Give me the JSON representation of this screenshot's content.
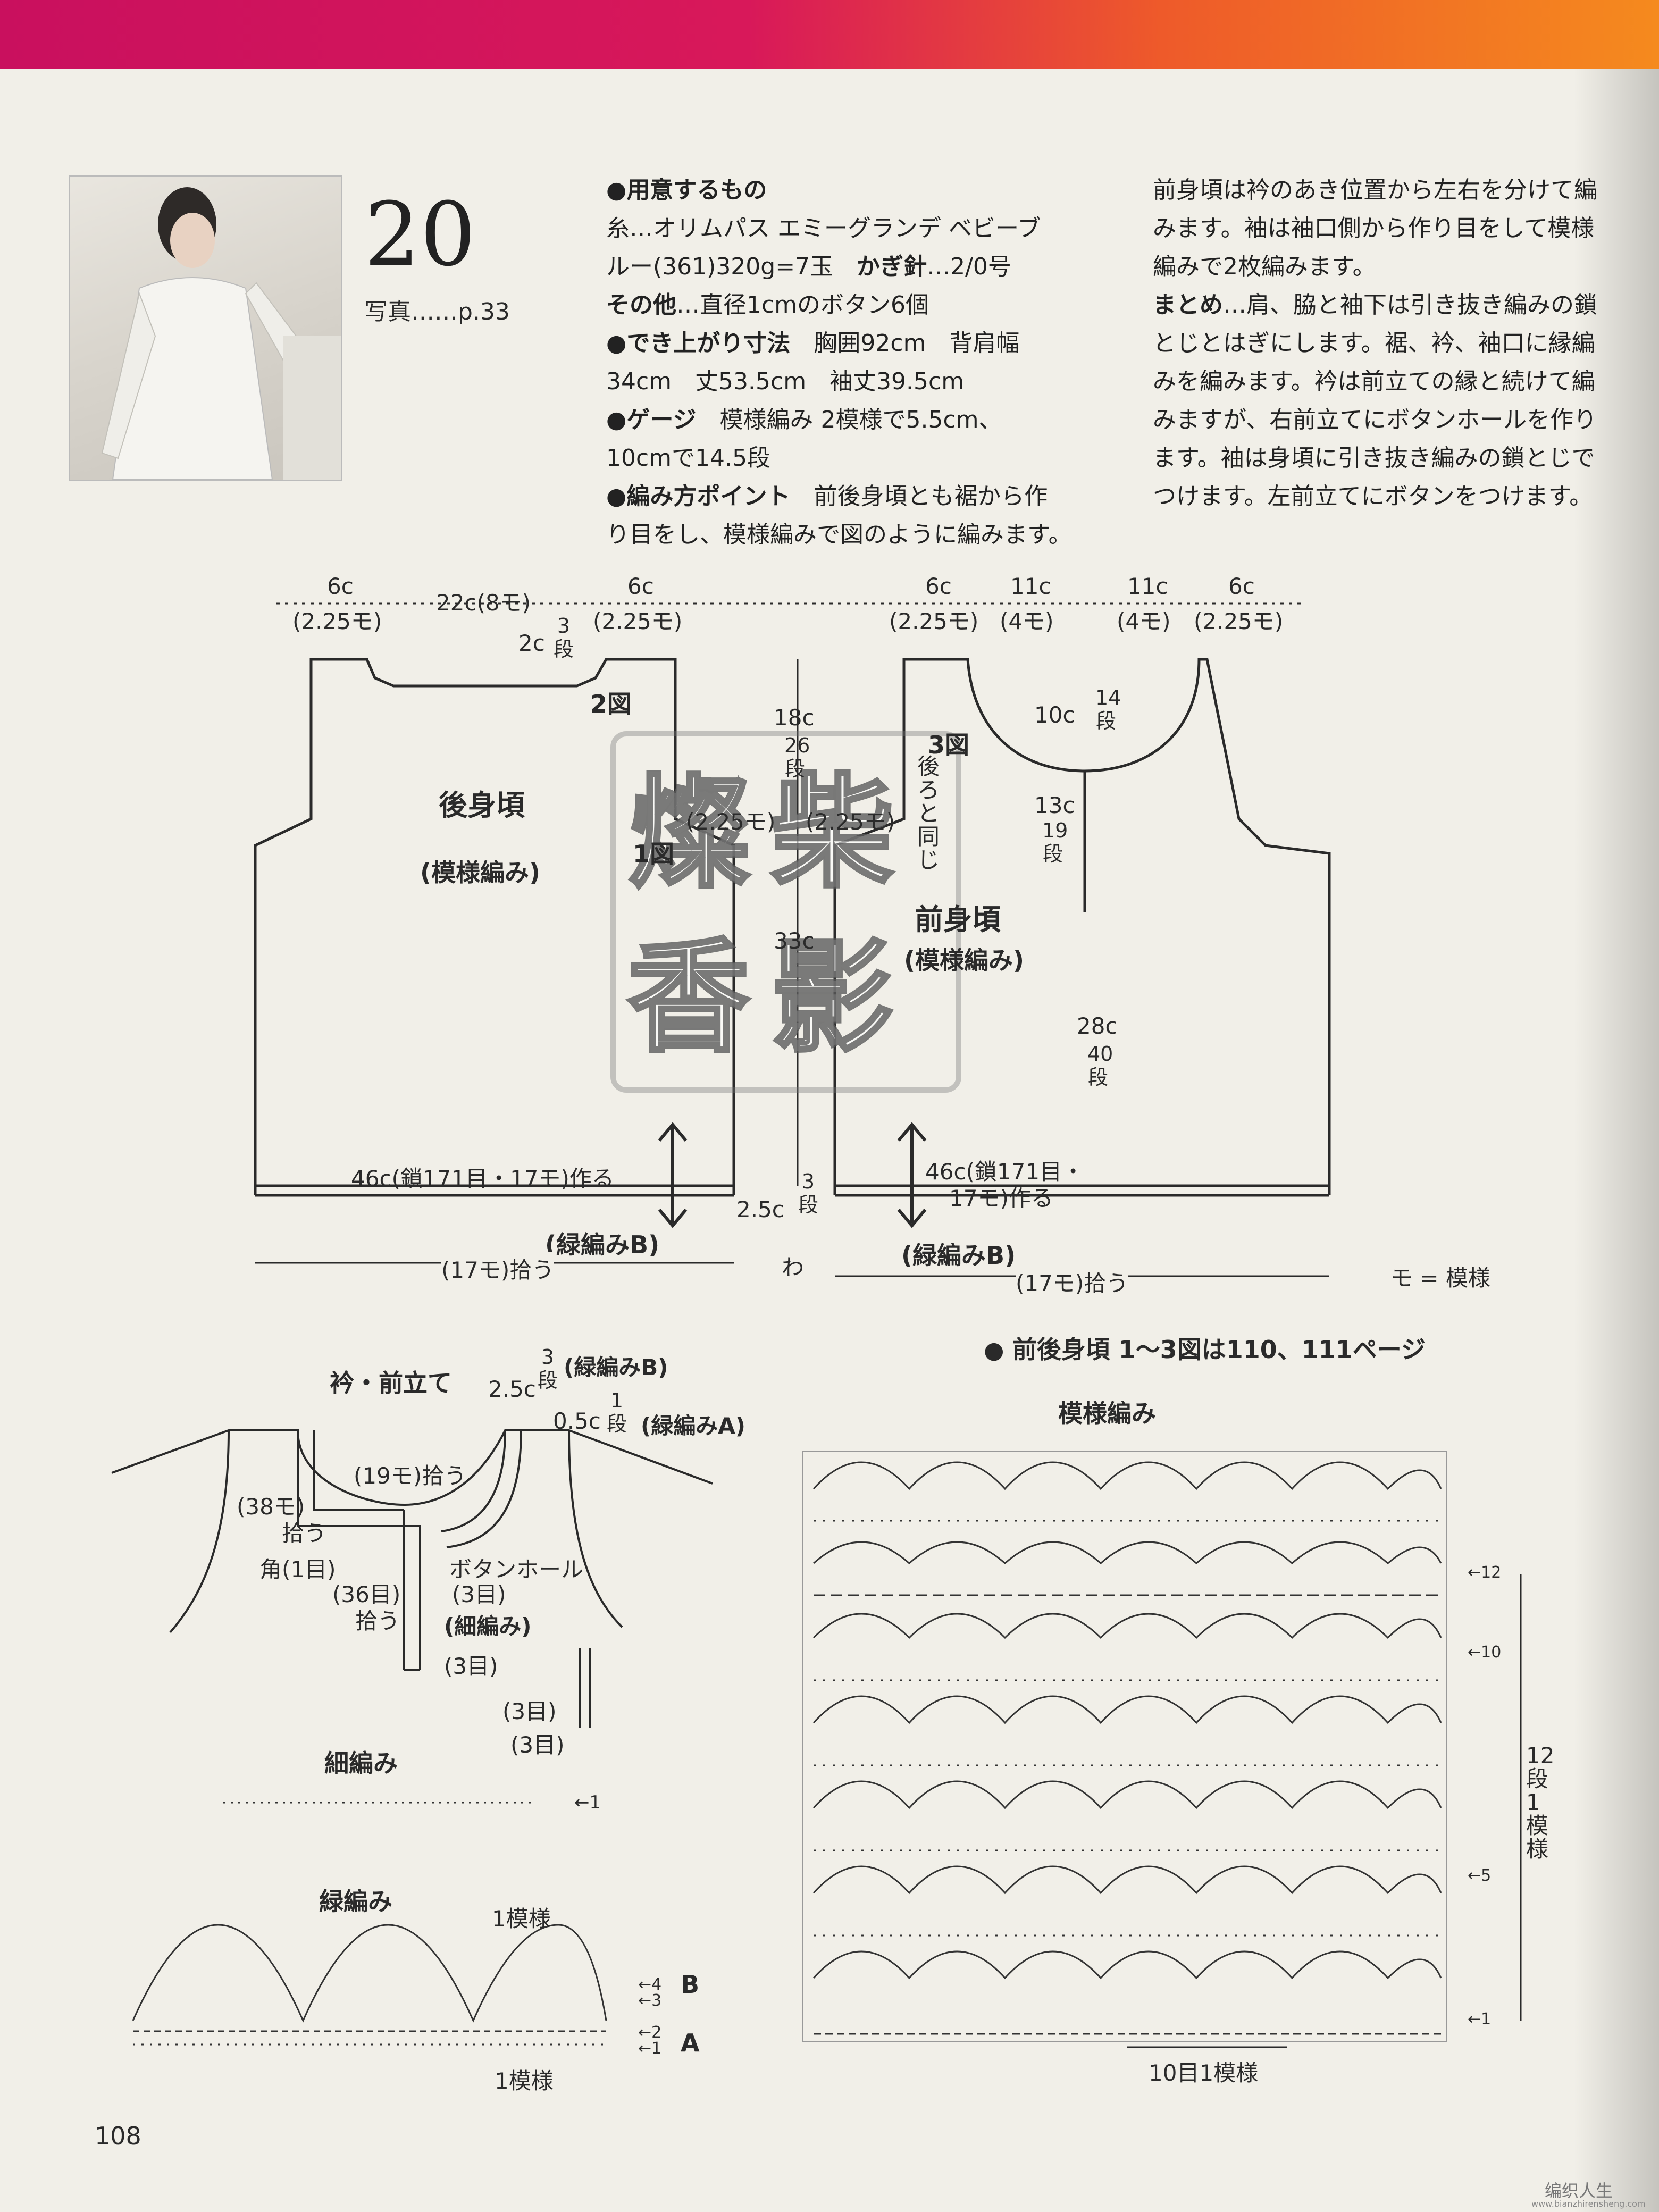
{
  "page_number": "108",
  "pattern_number": "20",
  "photo_ref": "写真……p.33",
  "left_column": {
    "materials_heading": "●用意するもの",
    "yarn_line1": "糸…オリムパス エミーグランデ ベビーブ",
    "yarn_line2": "ルー(361)320g=7玉",
    "hook_label": "かぎ針",
    "hook_value": "…2/0号",
    "other_label": "その他",
    "other_value": "…直径1cmのボタン6個",
    "size_heading": "●でき上がり寸法",
    "size_value1": "胸囲92cm　背肩幅",
    "size_value2": "34cm　丈53.5cm　袖丈39.5cm",
    "gauge_heading": "●ゲージ",
    "gauge_value1": "模様編み 2模様で5.5cm、",
    "gauge_value2": "10cmで14.5段",
    "points_heading": "●編み方ポイント",
    "points_value1": "前後身頃とも裾から作",
    "points_value2": "り目をし、模様編みで図のように編みます。"
  },
  "right_column": {
    "line1": "前身頃は衿のあき位置から左右を分けて編",
    "line2": "みます。袖は袖口側から作り目をして模様",
    "line3": "編みで2枚編みます。",
    "finish_label": "まとめ",
    "line4": "…肩、脇と袖下は引き抜き編みの鎖",
    "line5": "とじとはぎにします。裾、衿、袖口に縁編",
    "line6": "みを編みます。衿は前立ての縁と続けて編",
    "line7": "みますが、右前立てにボタンホールを作り",
    "line8": "ます。袖は身頃に引き抜き編みの鎖とじで",
    "line9": "つけます。左前立てにボタンをつけます。"
  },
  "back_body": {
    "title": "後身頃",
    "subtitle": "(模様編み)",
    "top_left": "6c",
    "top_left_sub": "(2.25モ)",
    "top_mid": "22c(8モ)",
    "top_right": "6c",
    "top_right_sub": "(2.25モ)",
    "neck_depth": "2c",
    "neck_rows": "3",
    "neck_rows_unit": "段",
    "fig_label": "2図",
    "fig1_label": "1図",
    "hem": "46c(鎖171目・17モ)作る",
    "border": "(緑編みB)",
    "pickup": "(17モ)拾う"
  },
  "center_dims": {
    "upper": "18c",
    "upper_rows": "26",
    "upper_rows_unit": "段",
    "left_mo": "(2.25モ)",
    "right_mo": "(2.25モ)",
    "middle": "33c",
    "bottom": "2.5c",
    "bottom_rows": "3",
    "bottom_rows_unit": "段",
    "wa": "わ",
    "same_as_back": "後ろと同じ"
  },
  "front_body": {
    "title": "前身頃",
    "subtitle": "(模様編み)",
    "top_a": "6c",
    "top_a_sub": "(2.25モ)",
    "top_b": "11c",
    "top_b_sub": "(4モ)",
    "top_c": "11c",
    "top_c_sub": "(4モ)",
    "top_d": "6c",
    "top_d_sub": "(2.25モ)",
    "neck": "10c",
    "neck_rows": "14",
    "neck_rows_unit": "段",
    "placket": "13c",
    "placket_rows": "19",
    "placket_rows_unit": "段",
    "body": "28c",
    "body_rows": "40",
    "body_rows_unit": "段",
    "fig_label": "3図",
    "hem1": "46c(鎖171目・",
    "hem2": "17モ)作る",
    "border": "(緑編みB)",
    "pickup": "(17モ)拾う"
  },
  "legend": "モ = 模様",
  "note": "前後身頃 1～3図は110、111ページ",
  "collar": {
    "title": "衿・前立て",
    "rows_b": "3",
    "rows_b_unit": "段",
    "border_b": "(緑編みB)",
    "w1": "2.5c",
    "w2": "0.5c",
    "rows_a": "1",
    "rows_a_unit": "段",
    "border_a": "(緑編みA)",
    "pick19": "(19モ)拾う",
    "pick38": "(38モ)",
    "pick38b": "拾う",
    "corner": "角(1目)",
    "pick36": "(36目)",
    "pick36b": "拾う",
    "buttonhole": "ボタンホール",
    "buttonhole_count": "(3目)",
    "single": "(細編み)",
    "three1": "(3目)",
    "three2": "(3目)",
    "three3": "(3目)"
  },
  "single_crochet": {
    "title": "細編み",
    "row1": "1"
  },
  "edging": {
    "title": "緑編み",
    "one_motif_top": "1模様",
    "one_motif_bottom": "1模様",
    "B": "B",
    "A": "A",
    "r1": "1",
    "r2": "2",
    "r3": "3",
    "r4": "4"
  },
  "stitch_pattern": {
    "title": "模様編み",
    "repeat_label": "12段1模様",
    "width_label": "10目1模様",
    "r1": "1",
    "r5": "5",
    "r10": "10",
    "r12": "12"
  },
  "watermark": {
    "c1": "燦",
    "c2": "柴",
    "c3": "香",
    "c4": "影"
  },
  "site_logo": "编织人生",
  "site_url": "www.bianzhirensheng.com"
}
